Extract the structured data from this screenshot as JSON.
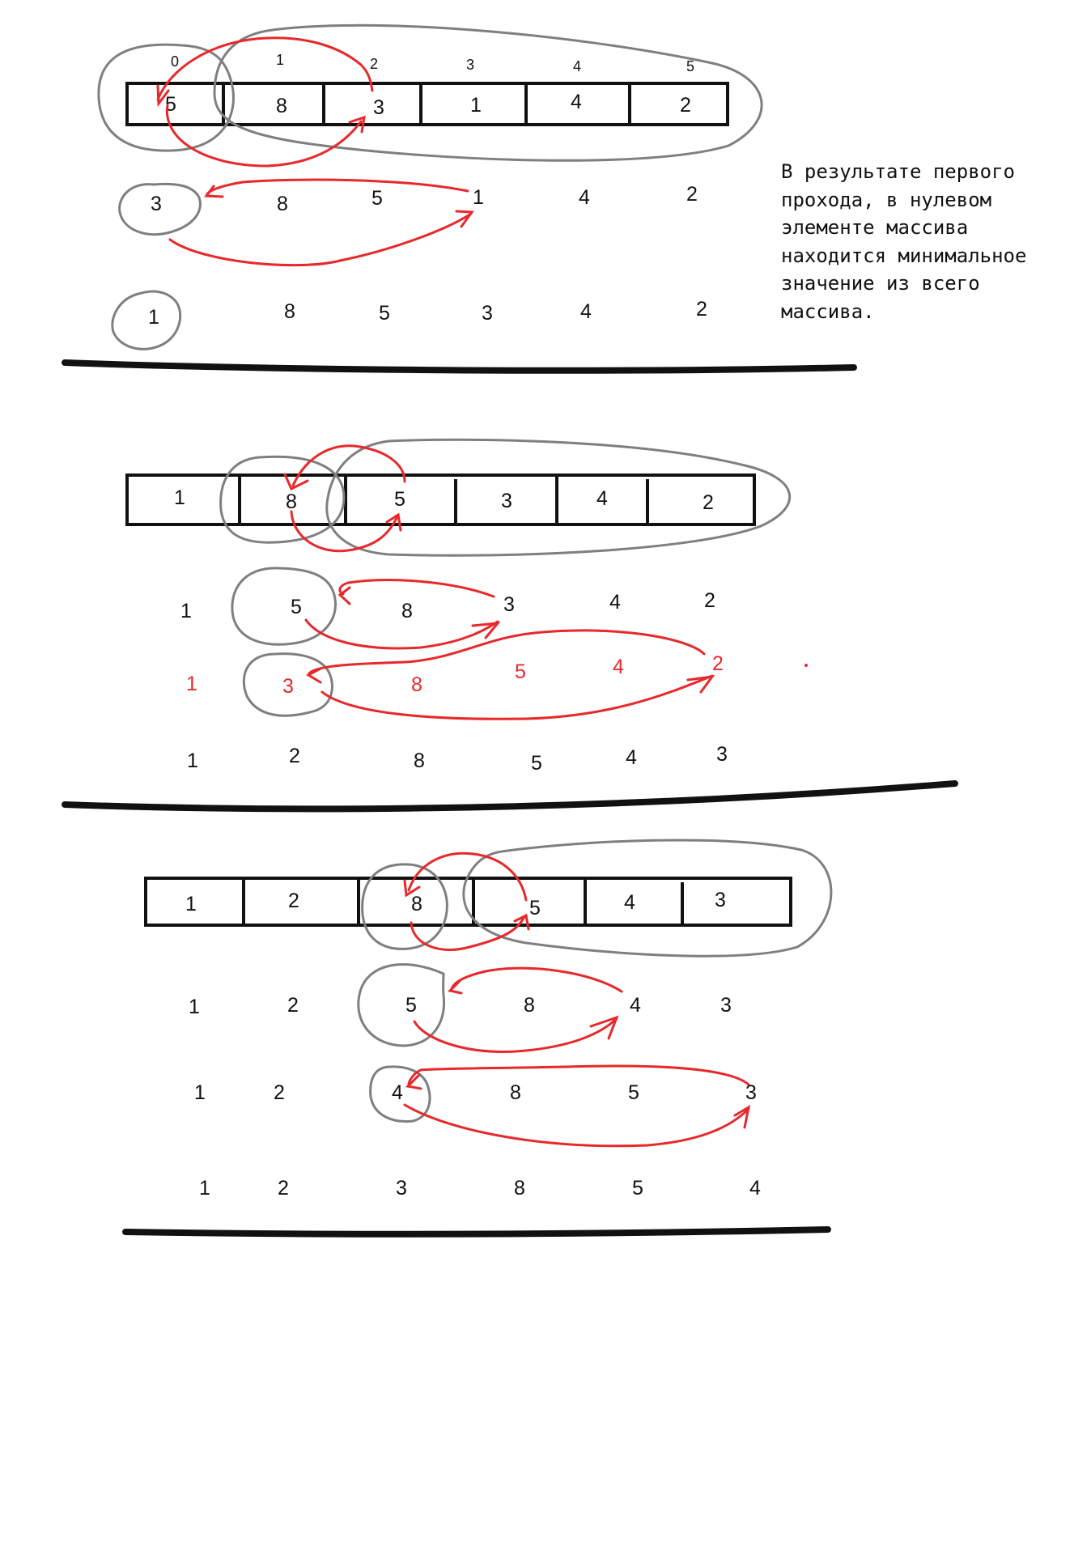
{
  "note": "В результате первого\nпрохода, в нулевом\nэлементе массива\nнаходится минимальное\nзначение из всего\nмассива.",
  "colors": {
    "ink": "#111111",
    "circle": "#7f7f7f",
    "arrow": "#e8282b"
  },
  "passes": [
    {
      "indices": [
        "0",
        "1",
        "2",
        "3",
        "4",
        "5"
      ],
      "array": [
        "5",
        "8",
        "3",
        "1",
        "4",
        "2"
      ],
      "rows": [
        [
          "3",
          "8",
          "5",
          "1",
          "4",
          "2"
        ],
        [
          "1",
          "8",
          "5",
          "3",
          "4",
          "2"
        ]
      ]
    },
    {
      "array": [
        "1",
        "8",
        "5",
        "3",
        "4",
        "2"
      ],
      "rows": [
        [
          "1",
          "5",
          "8",
          "3",
          "4",
          "2"
        ],
        [
          "1",
          "3",
          "8",
          "5",
          "4",
          "2"
        ],
        [
          "1",
          "2",
          "8",
          "5",
          "4",
          "3"
        ]
      ]
    },
    {
      "array": [
        "1",
        "2",
        "8",
        "5",
        "4",
        "3"
      ],
      "rows": [
        [
          "1",
          "2",
          "5",
          "8",
          "4",
          "3"
        ],
        [
          "1",
          "2",
          "4",
          "8",
          "5",
          "3"
        ],
        [
          "1",
          "2",
          "3",
          "8",
          "5",
          "4"
        ]
      ]
    }
  ]
}
